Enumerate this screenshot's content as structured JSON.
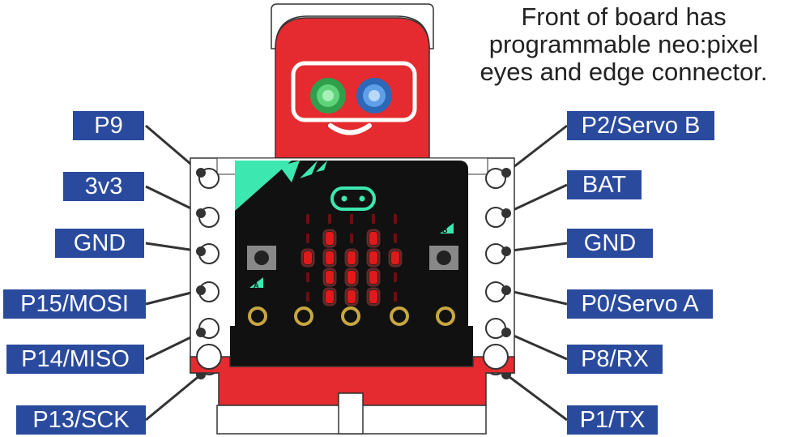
{
  "title_lines": [
    "Front of board has",
    "programmable neo:pixel",
    "eyes and edge connector."
  ],
  "left_pins": [
    "P9",
    "3v3",
    "GND",
    "P15/MOSI",
    "P14/MISO",
    "P13/SCK"
  ],
  "right_pins": [
    "P2/Servo B",
    "BAT",
    "GND",
    "P0/Servo A",
    "P8/RX",
    "P1/TX"
  ],
  "buttons": {
    "a": "A",
    "b": "B"
  },
  "colors": {
    "label_bg": "#2a4a9e",
    "robot_red": "#e52b2f",
    "board_black": "#111111",
    "led_red": "#e01a1a",
    "eye_green": "#3fbf5a",
    "eye_blue": "#4a8ee0",
    "logo_teal": "#3ce8b0"
  }
}
